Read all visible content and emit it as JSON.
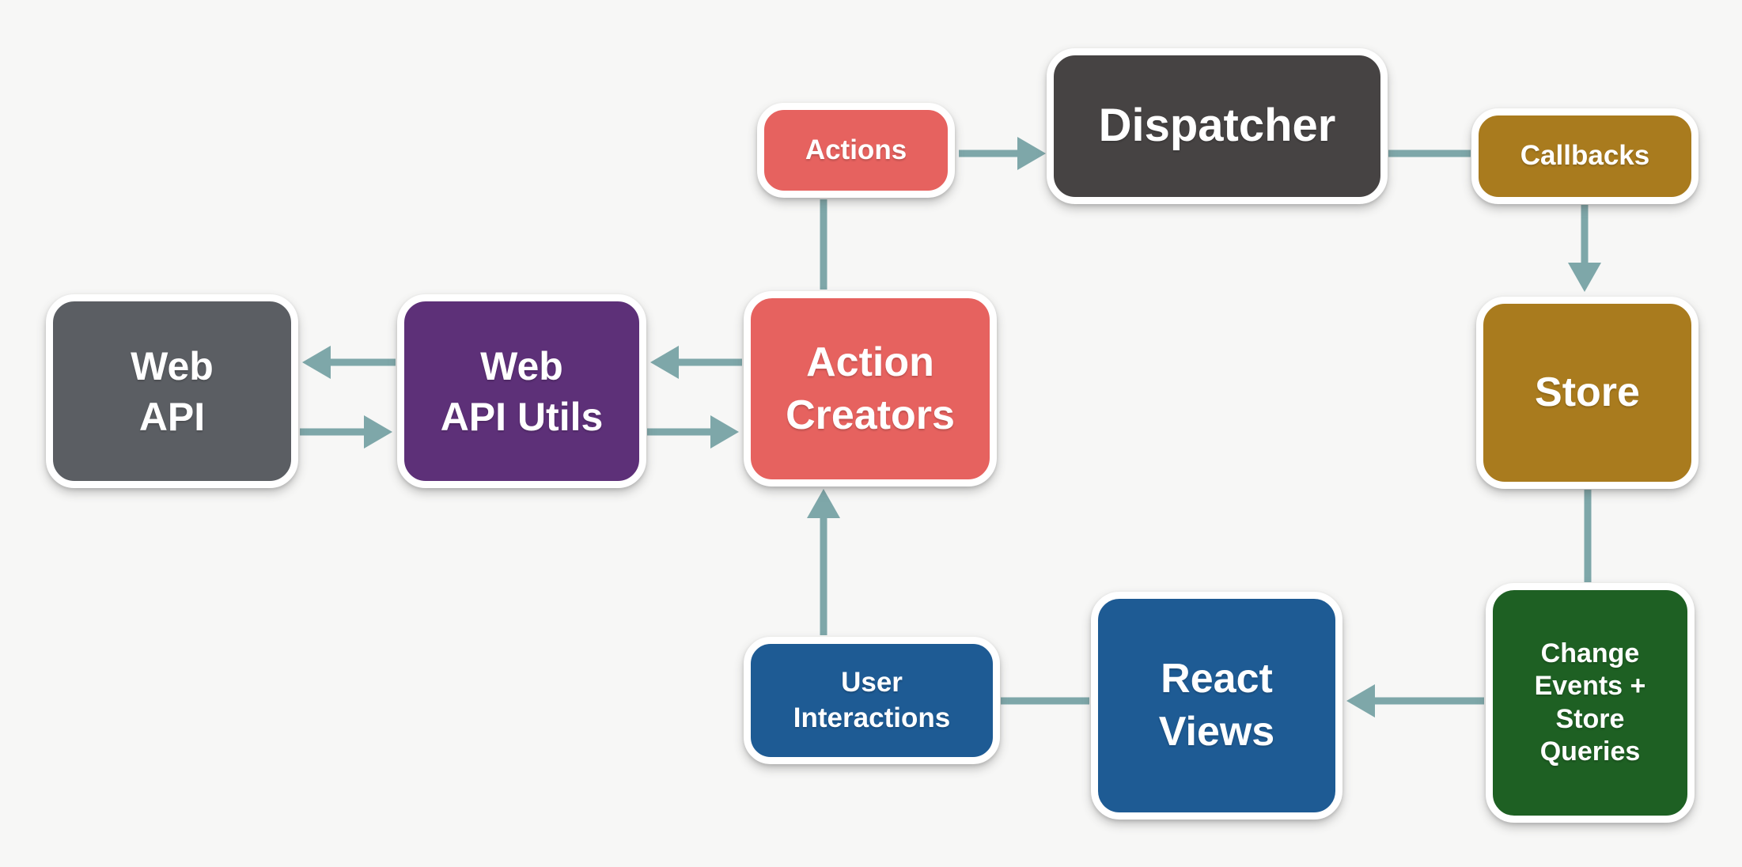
{
  "diagram": {
    "nodes": {
      "web_api": {
        "label": "Web\nAPI",
        "color": "#5b5e63"
      },
      "web_api_utils": {
        "label": "Web\nAPI Utils",
        "color": "#5d3078"
      },
      "action_creators": {
        "label": "Action\nCreators",
        "color": "#e6625f"
      },
      "actions": {
        "label": "Actions",
        "color": "#e6625f"
      },
      "dispatcher": {
        "label": "Dispatcher",
        "color": "#464343"
      },
      "callbacks": {
        "label": "Callbacks",
        "color": "#a97b1e"
      },
      "store": {
        "label": "Store",
        "color": "#a97b1e"
      },
      "user_interactions": {
        "label": "User\nInteractions",
        "color": "#1e5b94"
      },
      "react_views": {
        "label": "React\nViews",
        "color": "#1e5b94"
      },
      "change_events": {
        "label": "Change\nEvents +\nStore\nQueries",
        "color": "#1e6023"
      }
    },
    "edges": [
      {
        "from": "Actions",
        "to": "Dispatcher",
        "arrowhead": true
      },
      {
        "from": "Dispatcher",
        "to": "Callbacks",
        "arrowhead": false
      },
      {
        "from": "Callbacks",
        "to": "Store",
        "arrowhead": true
      },
      {
        "from": "Store",
        "to": "Change Events + Store Queries",
        "arrowhead": false
      },
      {
        "from": "Change Events + Store Queries",
        "to": "React Views",
        "arrowhead": true
      },
      {
        "from": "React Views",
        "to": "User Interactions",
        "arrowhead": false
      },
      {
        "from": "User Interactions",
        "to": "Action Creators",
        "arrowhead": true
      },
      {
        "from": "Action Creators",
        "to": "Actions",
        "arrowhead": false
      },
      {
        "from": "Action Creators",
        "to": "Web API Utils",
        "arrowhead": true
      },
      {
        "from": "Web API Utils",
        "to": "Action Creators",
        "arrowhead": true
      },
      {
        "from": "Web API Utils",
        "to": "Web API",
        "arrowhead": true
      },
      {
        "from": "Web API",
        "to": "Web API Utils",
        "arrowhead": true
      }
    ],
    "colors": {
      "background": "#f7f7f6",
      "arrow": "#7ea7a9",
      "node_border": "#ffffff",
      "node_text": "#ffffff"
    }
  }
}
